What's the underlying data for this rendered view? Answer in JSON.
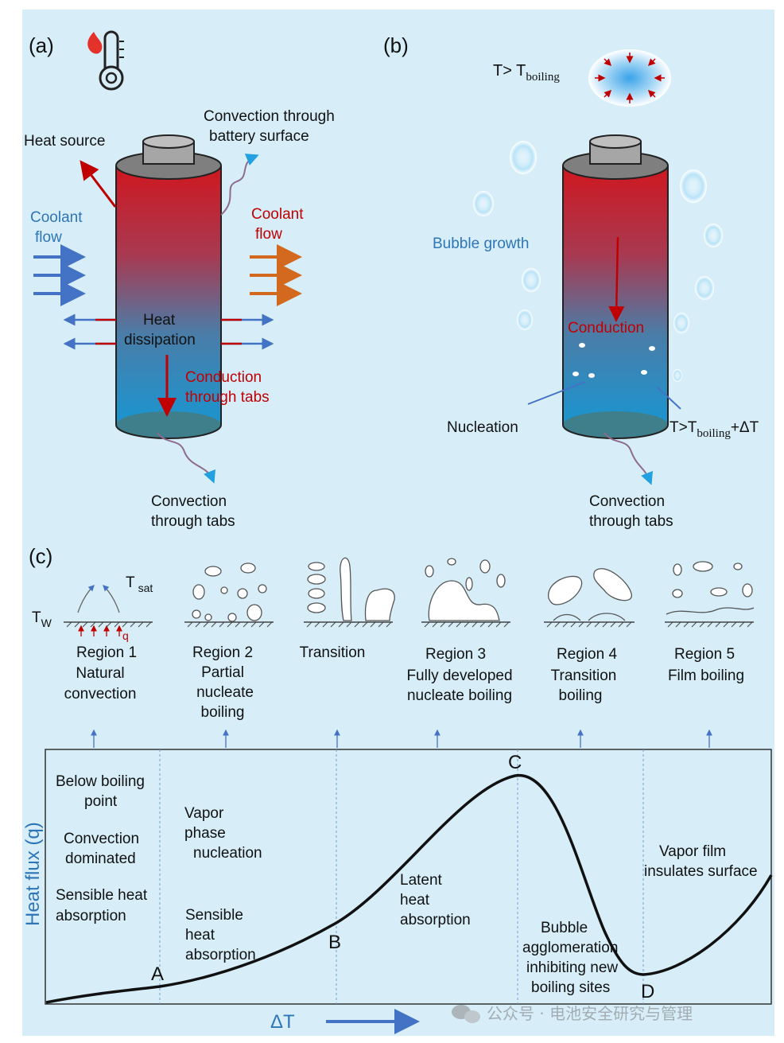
{
  "panel_a": {
    "tag": "(a)",
    "heat_source": "Heat source",
    "convection_surface": [
      "Convection through",
      "battery surface"
    ],
    "coolant_in": [
      "Coolant",
      "flow"
    ],
    "coolant_out": [
      "Coolant",
      "flow"
    ],
    "heat_dissipation": [
      "Heat",
      "dissipation"
    ],
    "conduction_tabs": [
      "Conduction",
      "through tabs"
    ],
    "convection_tabs": [
      "Convection",
      "through tabs"
    ]
  },
  "panel_b": {
    "tag": "(b)",
    "t_top_main": "T> T",
    "t_top_sub": "boiling",
    "bubble_growth": "Bubble  growth",
    "conduction": "Conduction",
    "nucleation": "Nucleation",
    "t_side_main": "T>T",
    "t_side_sub": "boiling",
    "t_side_tail": "+ΔT",
    "convection_tabs": [
      "Convection",
      "through tabs"
    ]
  },
  "panel_c": {
    "tag": "(c)",
    "tsat_main": "T",
    "tsat_sub": "sat",
    "tw_main": "T",
    "tw_sub": "W",
    "q_label": "q",
    "regions": [
      {
        "lines": [
          "Region 1",
          "Natural",
          "convection"
        ]
      },
      {
        "lines": [
          "Region 2",
          "Partial",
          "nucleate",
          "boiling"
        ]
      },
      {
        "lines": [
          "Transition"
        ]
      },
      {
        "lines": [
          "Region 3",
          "Fully developed",
          "nucleate boiling"
        ]
      },
      {
        "lines": [
          "Region 4",
          "Transition",
          "boiling"
        ]
      },
      {
        "lines": [
          "Region 5",
          "Film boiling"
        ]
      }
    ]
  },
  "chart_data": {
    "type": "line",
    "ylabel": "Heat flux (q)",
    "xlabel": "ΔT",
    "points": [
      {
        "label": "A"
      },
      {
        "label": "B"
      },
      {
        "label": "C"
      },
      {
        "label": "D"
      }
    ],
    "annotations": {
      "r1": [
        [
          "Below boiling",
          "point"
        ],
        [
          "Convection",
          "dominated"
        ],
        [
          "Sensible heat",
          "absorption"
        ]
      ],
      "r2": [
        [
          "Vapor",
          "phase",
          "nucleation"
        ],
        [
          "Sensible",
          "heat",
          "absorption"
        ]
      ],
      "r3": [
        [
          "Latent",
          "heat",
          "absorption"
        ]
      ],
      "r4": [
        [
          "Bubble",
          "agglomeration",
          "inhibiting new",
          "boiling sites"
        ]
      ],
      "r5": [
        [
          "Vapor film",
          "insulates surface"
        ]
      ]
    }
  },
  "watermark": "公众号 · 电池安全研究与管理",
  "colors": {
    "background": "#d7eef9",
    "cell_top": "#d0171f",
    "cell_bottom": "#1a95d0",
    "coolant_blue": "#4472c4",
    "coolant_orange": "#d2691e",
    "conduction_red": "#c00000",
    "label_blue": "#2e75b6"
  }
}
